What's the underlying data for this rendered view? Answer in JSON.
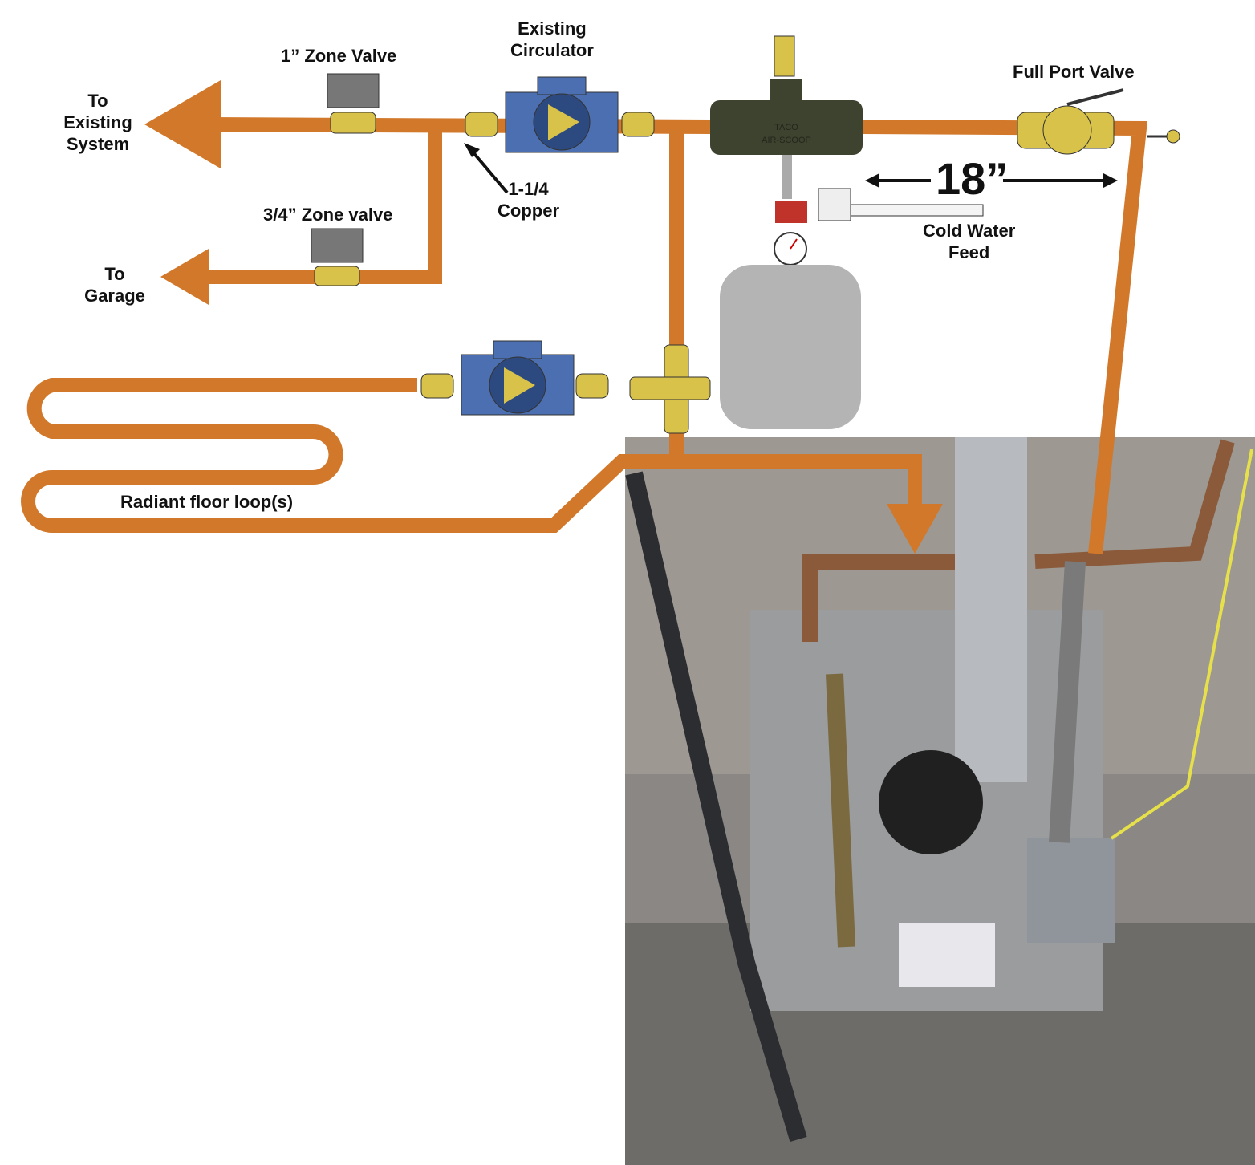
{
  "labels": {
    "to_existing_system": [
      "To",
      "Existing",
      "System"
    ],
    "zone_valve_1in": "1” Zone Valve",
    "existing_circulator": [
      "Existing",
      "Circulator"
    ],
    "full_port_valve": "Full Port Valve",
    "copper": [
      "1-1/4",
      "Copper"
    ],
    "zone_valve_3_4in": "3/4” Zone valve",
    "to_garage": [
      "To",
      "Garage"
    ],
    "distance": "18”",
    "cold_water_feed": [
      "Cold Water",
      "Feed"
    ],
    "radiant_loop": "Radiant floor loop(s)"
  },
  "air_scoop_marking": [
    "TACO",
    "AIR-SCOOP"
  ],
  "colors": {
    "pipe": "#d2782a",
    "valve_brass": "#d8c24a",
    "pump_blue": "#4b6fb0",
    "scoop": "#3e4330",
    "tank": "#b4b4b4"
  }
}
